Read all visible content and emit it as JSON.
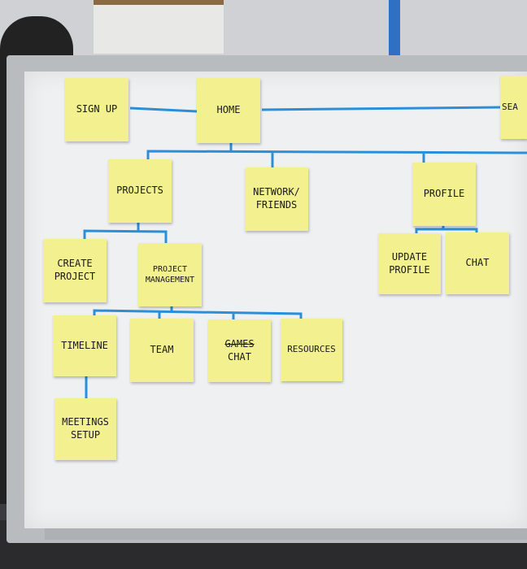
{
  "notes": {
    "sign_up": "SIGN UP",
    "home": "HOME",
    "search": "SEA",
    "projects": "PROJECTS",
    "network": "NETWORK/ FRIENDS",
    "profile": "PROFILE",
    "create_project": "CREATE PROJECT",
    "project_management": "PROJECT MANAGEMENT",
    "update_profile": "UPDATE PROFILE",
    "profile_chat": "CHAT",
    "timeline": "TIMELINE",
    "team": "TEAM",
    "chat_struck": "GAMES",
    "chat": "CHAT",
    "resources": "RESOURCES",
    "meetings": "MEETINGS SETUP"
  },
  "colors": {
    "note": "#f3f08f",
    "marker": "#2a8fd8",
    "board": "#eef0f1"
  }
}
